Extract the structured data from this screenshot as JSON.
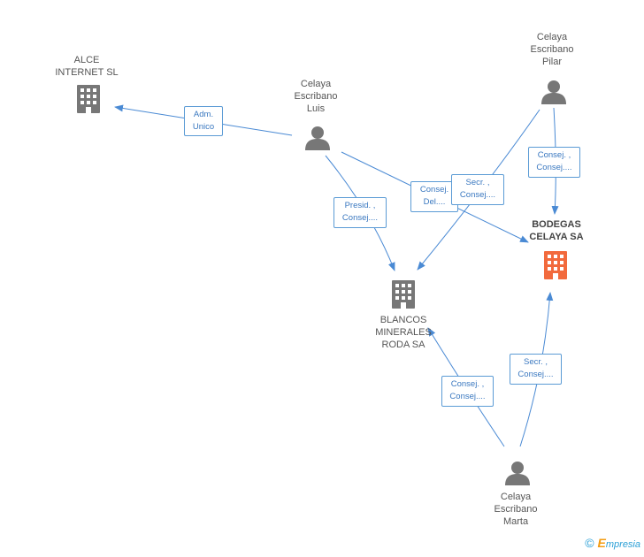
{
  "colors": {
    "edge": "#4a8ad4",
    "company": "#777777",
    "company_highlight": "#f26a3d",
    "person": "#777777"
  },
  "nodes": {
    "alce": {
      "name": [
        "ALCE",
        "INTERNET SL"
      ],
      "icon": "building-icon"
    },
    "luis": {
      "name": [
        "Celaya",
        "Escribano",
        "Luis"
      ],
      "icon": "person-icon"
    },
    "pilar": {
      "name": [
        "Celaya",
        "Escribano",
        "Pilar"
      ],
      "icon": "person-icon"
    },
    "bodegas": {
      "name": [
        "BODEGAS",
        "CELAYA SA"
      ],
      "icon": "building-icon"
    },
    "blancos": {
      "name": [
        "BLANCOS",
        "MINERALES",
        "RODA SA"
      ],
      "icon": "building-icon"
    },
    "marta": {
      "name": [
        "Celaya",
        "Escribano",
        "Marta"
      ],
      "icon": "person-icon"
    }
  },
  "edges": {
    "adm_unico": [
      "Adm.",
      "Unico"
    ],
    "presid_consej": [
      "Presid. ,",
      "Consej...."
    ],
    "consej_del": [
      "Consej.",
      "Del...."
    ],
    "secr_consej_pilar": [
      "Secr. ,",
      "Consej...."
    ],
    "consej_consej": [
      "Consej. ,",
      "Consej...."
    ],
    "marta_blancos": [
      "Consej. ,",
      "Consej...."
    ],
    "marta_bodegas": [
      "Secr. ,",
      "Consej...."
    ]
  },
  "footer": {
    "copyright": "©",
    "brand_initial": "E",
    "brand_rest": "mpresia"
  }
}
